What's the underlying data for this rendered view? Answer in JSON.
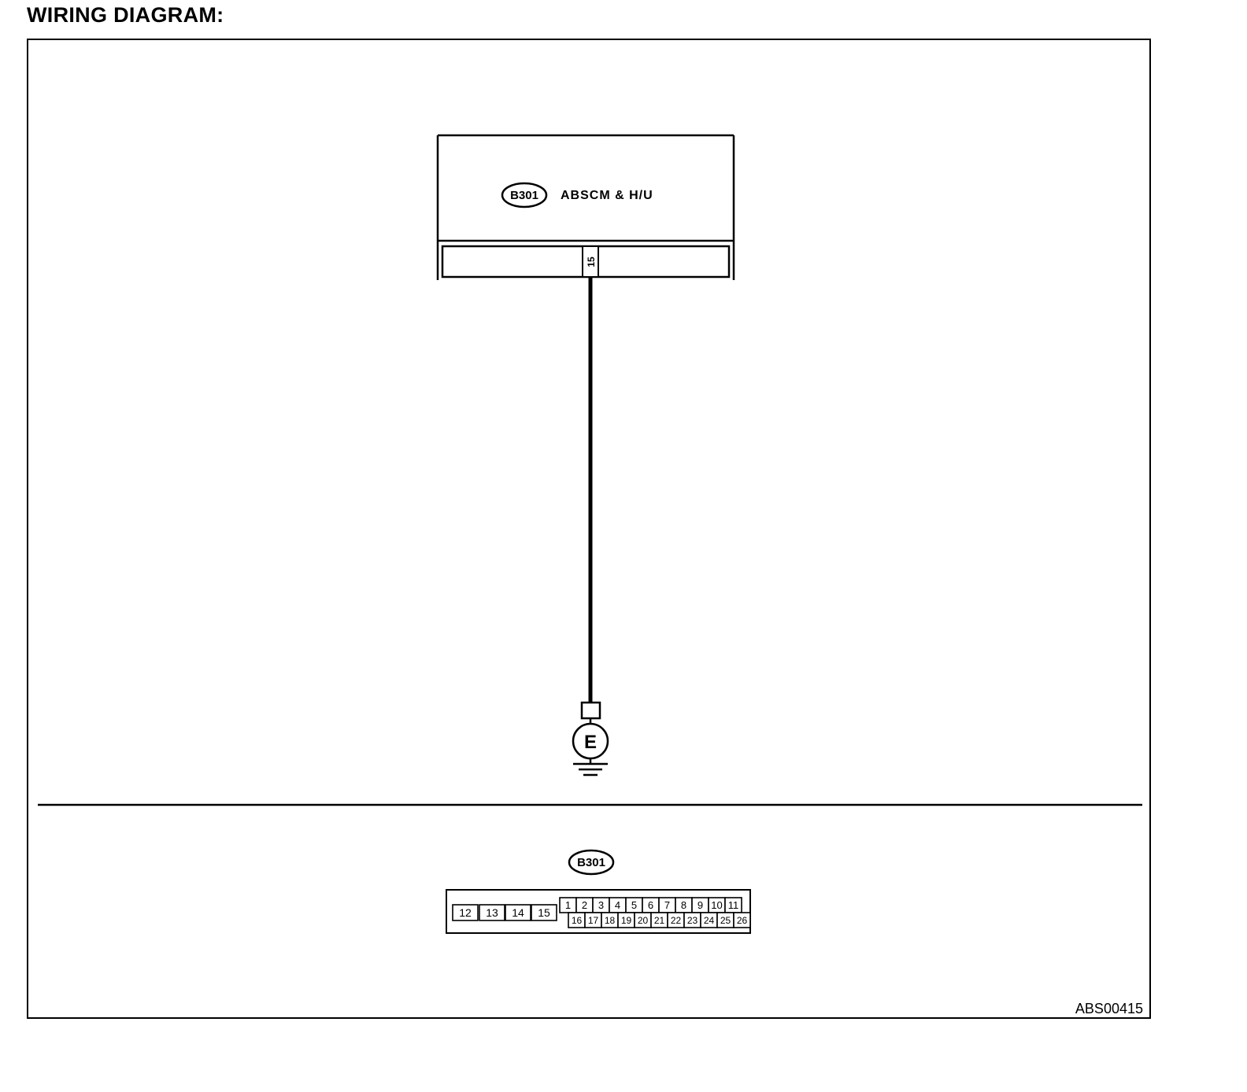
{
  "heading": "WIRING DIAGRAM:",
  "unit": {
    "connector_id": "B301",
    "name": "ABSCM & H/U",
    "terminal": "15"
  },
  "ground": {
    "symbol": "E"
  },
  "connector_view": {
    "connector_id": "B301",
    "left_terminals": [
      "12",
      "13",
      "14",
      "15"
    ],
    "top_row": [
      "1",
      "2",
      "3",
      "4",
      "5",
      "6",
      "7",
      "8",
      "9",
      "10",
      "11"
    ],
    "bottom_row": [
      "16",
      "17",
      "18",
      "19",
      "20",
      "21",
      "22",
      "23",
      "24",
      "25",
      "26"
    ]
  },
  "figure_code": "ABS00415",
  "colors": {
    "line": "#000000",
    "background": "#ffffff"
  }
}
